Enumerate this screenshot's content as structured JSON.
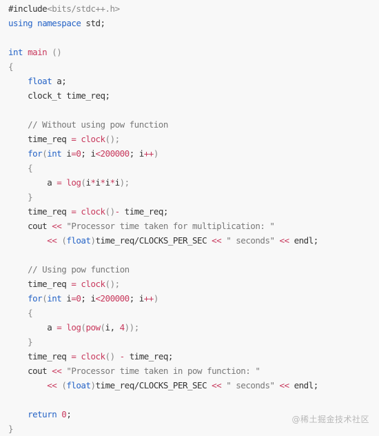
{
  "colors": {
    "background": "#f8f8f8",
    "keyword": "#2563c6",
    "func": "#c8385c",
    "string": "#777777",
    "plain": "#333333"
  },
  "code_lines": [
    [
      [
        "plain",
        "#include"
      ],
      [
        "punct",
        "<bits/stdc++.h>"
      ]
    ],
    [
      [
        "keyword",
        "using"
      ],
      [
        "plain",
        " "
      ],
      [
        "keyword",
        "namespace"
      ],
      [
        "plain",
        " std;"
      ]
    ],
    [],
    [
      [
        "type",
        "int"
      ],
      [
        "plain",
        " "
      ],
      [
        "func",
        "main"
      ],
      [
        "plain",
        " "
      ],
      [
        "punct",
        "()"
      ]
    ],
    [
      [
        "punct",
        "{"
      ]
    ],
    [
      [
        "plain",
        "    "
      ],
      [
        "type",
        "float"
      ],
      [
        "plain",
        " a;"
      ]
    ],
    [
      [
        "plain",
        "    clock_t time_req;"
      ]
    ],
    [],
    [
      [
        "plain",
        "    "
      ],
      [
        "comment",
        "// Without using pow function"
      ]
    ],
    [
      [
        "plain",
        "    time_req "
      ],
      [
        "op",
        "="
      ],
      [
        "plain",
        " "
      ],
      [
        "func",
        "clock"
      ],
      [
        "punct",
        "();"
      ]
    ],
    [
      [
        "plain",
        "    "
      ],
      [
        "keyword",
        "for"
      ],
      [
        "punct",
        "("
      ],
      [
        "type",
        "int"
      ],
      [
        "plain",
        " i"
      ],
      [
        "op",
        "="
      ],
      [
        "number",
        "0"
      ],
      [
        "plain",
        "; i"
      ],
      [
        "op",
        "<"
      ],
      [
        "number",
        "200000"
      ],
      [
        "plain",
        "; i"
      ],
      [
        "op",
        "++"
      ],
      [
        "punct",
        ")"
      ]
    ],
    [
      [
        "plain",
        "    "
      ],
      [
        "punct",
        "{"
      ]
    ],
    [
      [
        "plain",
        "        a "
      ],
      [
        "op",
        "="
      ],
      [
        "plain",
        " "
      ],
      [
        "func",
        "log"
      ],
      [
        "punct",
        "("
      ],
      [
        "plain",
        "i"
      ],
      [
        "op",
        "*"
      ],
      [
        "plain",
        "i"
      ],
      [
        "op",
        "*"
      ],
      [
        "plain",
        "i"
      ],
      [
        "op",
        "*"
      ],
      [
        "plain",
        "i"
      ],
      [
        "punct",
        ");"
      ]
    ],
    [
      [
        "plain",
        "    "
      ],
      [
        "punct",
        "}"
      ]
    ],
    [
      [
        "plain",
        "    time_req "
      ],
      [
        "op",
        "="
      ],
      [
        "plain",
        " "
      ],
      [
        "func",
        "clock"
      ],
      [
        "punct",
        "()"
      ],
      [
        "op",
        "-"
      ],
      [
        "plain",
        " time_req;"
      ]
    ],
    [
      [
        "plain",
        "    cout "
      ],
      [
        "op",
        "<<"
      ],
      [
        "plain",
        " "
      ],
      [
        "string",
        "\"Processor time taken for multiplication: \""
      ]
    ],
    [
      [
        "plain",
        "        "
      ],
      [
        "op",
        "<<"
      ],
      [
        "plain",
        " "
      ],
      [
        "punct",
        "("
      ],
      [
        "type",
        "float"
      ],
      [
        "punct",
        ")"
      ],
      [
        "plain",
        "time_req/CLOCKS_PER_SEC "
      ],
      [
        "op",
        "<<"
      ],
      [
        "plain",
        " "
      ],
      [
        "string",
        "\" seconds\""
      ],
      [
        "plain",
        " "
      ],
      [
        "op",
        "<<"
      ],
      [
        "plain",
        " endl;"
      ]
    ],
    [],
    [
      [
        "plain",
        "    "
      ],
      [
        "comment",
        "// Using pow function"
      ]
    ],
    [
      [
        "plain",
        "    time_req "
      ],
      [
        "op",
        "="
      ],
      [
        "plain",
        " "
      ],
      [
        "func",
        "clock"
      ],
      [
        "punct",
        "();"
      ]
    ],
    [
      [
        "plain",
        "    "
      ],
      [
        "keyword",
        "for"
      ],
      [
        "punct",
        "("
      ],
      [
        "type",
        "int"
      ],
      [
        "plain",
        " i"
      ],
      [
        "op",
        "="
      ],
      [
        "number",
        "0"
      ],
      [
        "plain",
        "; i"
      ],
      [
        "op",
        "<"
      ],
      [
        "number",
        "200000"
      ],
      [
        "plain",
        "; i"
      ],
      [
        "op",
        "++"
      ],
      [
        "punct",
        ")"
      ]
    ],
    [
      [
        "plain",
        "    "
      ],
      [
        "punct",
        "{"
      ]
    ],
    [
      [
        "plain",
        "        a "
      ],
      [
        "op",
        "="
      ],
      [
        "plain",
        " "
      ],
      [
        "func",
        "log"
      ],
      [
        "punct",
        "("
      ],
      [
        "func",
        "pow"
      ],
      [
        "punct",
        "("
      ],
      [
        "plain",
        "i, "
      ],
      [
        "number",
        "4"
      ],
      [
        "punct",
        "));"
      ]
    ],
    [
      [
        "plain",
        "    "
      ],
      [
        "punct",
        "}"
      ]
    ],
    [
      [
        "plain",
        "    time_req "
      ],
      [
        "op",
        "="
      ],
      [
        "plain",
        " "
      ],
      [
        "func",
        "clock"
      ],
      [
        "punct",
        "()"
      ],
      [
        "plain",
        " "
      ],
      [
        "op",
        "-"
      ],
      [
        "plain",
        " time_req;"
      ]
    ],
    [
      [
        "plain",
        "    cout "
      ],
      [
        "op",
        "<<"
      ],
      [
        "plain",
        " "
      ],
      [
        "string",
        "\"Processor time taken in pow function: \""
      ]
    ],
    [
      [
        "plain",
        "        "
      ],
      [
        "op",
        "<<"
      ],
      [
        "plain",
        " "
      ],
      [
        "punct",
        "("
      ],
      [
        "type",
        "float"
      ],
      [
        "punct",
        ")"
      ],
      [
        "plain",
        "time_req/CLOCKS_PER_SEC "
      ],
      [
        "op",
        "<<"
      ],
      [
        "plain",
        " "
      ],
      [
        "string",
        "\" seconds\""
      ],
      [
        "plain",
        " "
      ],
      [
        "op",
        "<<"
      ],
      [
        "plain",
        " endl;"
      ]
    ],
    [],
    [
      [
        "plain",
        "    "
      ],
      [
        "keyword",
        "return"
      ],
      [
        "plain",
        " "
      ],
      [
        "number",
        "0"
      ],
      [
        "plain",
        ";"
      ]
    ],
    [
      [
        "punct",
        "}"
      ]
    ]
  ],
  "watermark": "@稀土掘金技术社区"
}
